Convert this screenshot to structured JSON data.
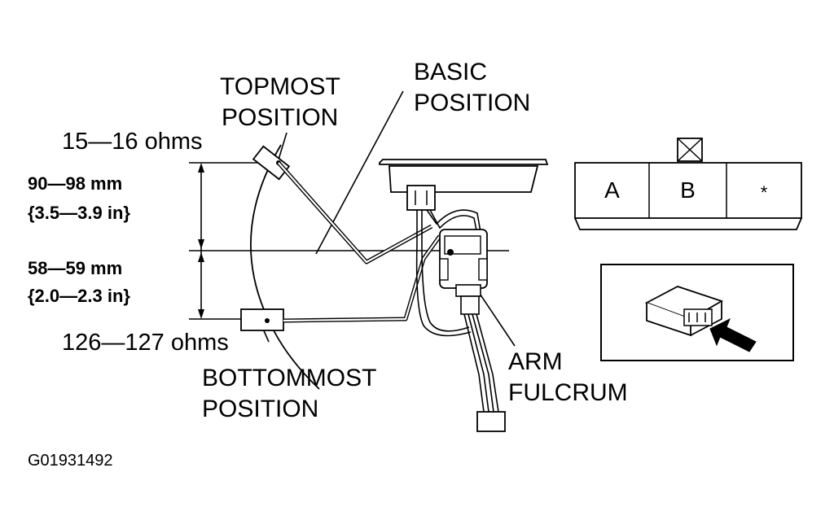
{
  "labels": {
    "topmost_line1": "TOPMOST",
    "topmost_line2": "POSITION",
    "basic_line1": "BASIC",
    "basic_line2": "POSITION",
    "ohms_top": "15—16 ohms",
    "upper_range_mm": "90—98 mm",
    "upper_range_in": "{3.5—3.9 in}",
    "lower_range_mm": "58—59 mm",
    "lower_range_in": "{2.0—2.3 in}",
    "ohms_bottom": "126—127 ohms",
    "bottommost_line1": "BOTTOMMOST",
    "bottommost_line2": "POSITION",
    "arm_line1": "ARM",
    "arm_line2": "FULCRUM",
    "figure_code": "G01931492"
  },
  "connector": {
    "terminals": [
      "A",
      "B",
      "*"
    ]
  },
  "icons": {
    "connector_view_icon": "connector-harness-view-icon",
    "direction_arrow": "view-direction-arrow-icon"
  }
}
